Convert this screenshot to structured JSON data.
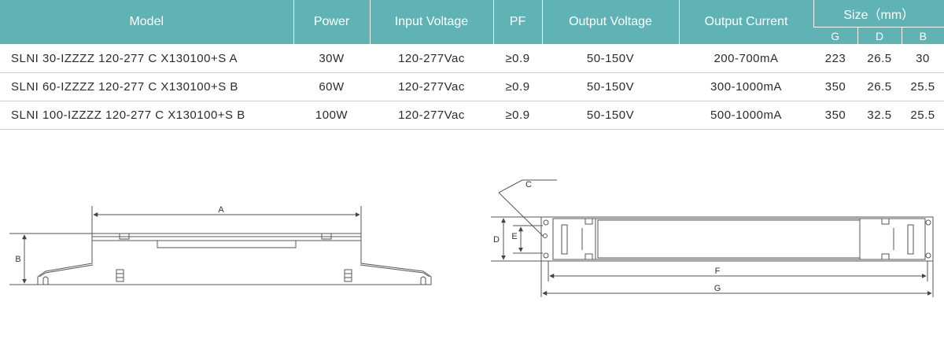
{
  "table": {
    "headers": {
      "model": "Model",
      "power": "Power",
      "input_voltage": "Input Voltage",
      "pf": "PF",
      "output_voltage": "Output Voltage",
      "output_current": "Output Current",
      "size": "Size（mm）",
      "size_g": "G",
      "size_d": "D",
      "size_b": "B"
    },
    "rows": [
      {
        "model": "SLNI 30-IZZZZ 120-277 C X130100+S A",
        "power": "30W",
        "input_voltage": "120-277Vac",
        "pf": "≥0.9",
        "output_voltage": "50-150V",
        "output_current": "200-700mA",
        "g": "223",
        "d": "26.5",
        "b": "30"
      },
      {
        "model": "SLNI 60-IZZZZ 120-277 C X130100+S B",
        "power": "60W",
        "input_voltage": "120-277Vac",
        "pf": "≥0.9",
        "output_voltage": "50-150V",
        "output_current": "300-1000mA",
        "g": "350",
        "d": "26.5",
        "b": "25.5"
      },
      {
        "model": "SLNI 100-IZZZZ 120-277 C X130100+S B",
        "power": "100W",
        "input_voltage": "120-277Vac",
        "pf": "≥0.9",
        "output_voltage": "50-150V",
        "output_current": "500-1000mA",
        "g": "350",
        "d": "32.5",
        "b": "25.5"
      }
    ]
  },
  "drawings": {
    "side_view": {
      "label_a": "A",
      "label_b": "B"
    },
    "top_view": {
      "label_c": "C",
      "label_d": "D",
      "label_e": "E",
      "label_f": "F",
      "label_g": "G"
    }
  }
}
